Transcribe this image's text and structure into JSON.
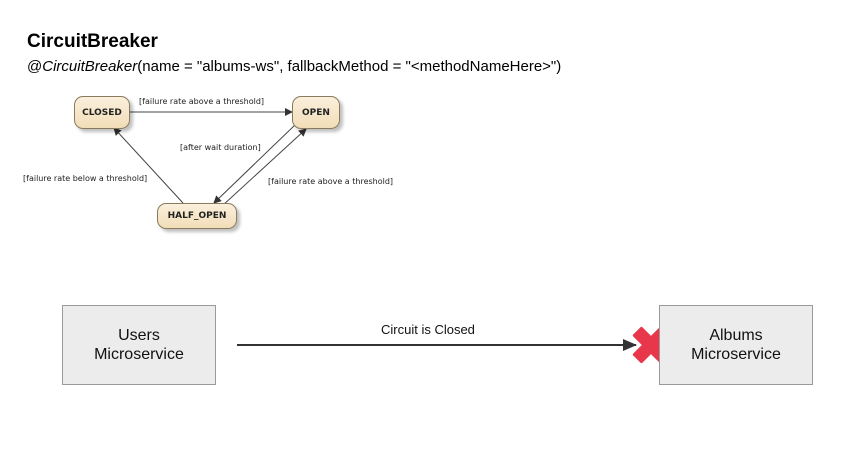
{
  "title": "CircuitBreaker",
  "annotation": {
    "at": "@",
    "name": "CircuitBreaker",
    "args": "(name = \"albums-ws\", fallbackMethod = \"<methodNameHere>\")"
  },
  "state_diagram": {
    "states": {
      "closed": "CLOSED",
      "open": "OPEN",
      "half_open": "HALF_OPEN"
    },
    "transitions": {
      "closed_to_open": "[failure rate above a threshold]",
      "open_to_half_open": "[after wait duration]",
      "half_open_to_closed": "[failure rate below a threshold]",
      "half_open_to_open": "[failure rate above a threshold]"
    }
  },
  "services": {
    "users": "Users\nMicroservice",
    "albums": "Albums\nMicroservice"
  },
  "connection": {
    "label": "Circuit is Closed",
    "marker_icon": "red-x-icon",
    "marker_color": "#e8364a"
  }
}
